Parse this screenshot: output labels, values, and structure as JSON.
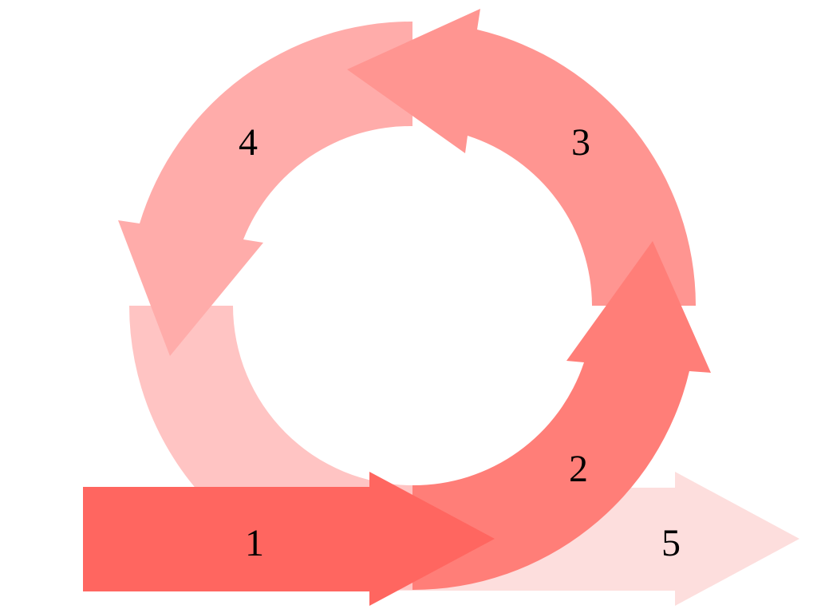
{
  "diagram": {
    "type": "cycle-process",
    "background": "#FFFFFF",
    "steps": [
      {
        "label": "1",
        "shape": "straight-arrow-right",
        "color": "#FF6660"
      },
      {
        "label": "2",
        "shape": "curved-arrow-up",
        "color": "#FF7E78"
      },
      {
        "label": "3",
        "shape": "curved-arrow-left",
        "color": "#FF9591"
      },
      {
        "label": "4",
        "shape": "curved-arrow-down",
        "color": "#FFACAA"
      },
      {
        "label": "5",
        "shape": "straight-arrow-right",
        "color": "#FDDEDD"
      }
    ],
    "ring_tail_color": "#FFC4C3"
  }
}
